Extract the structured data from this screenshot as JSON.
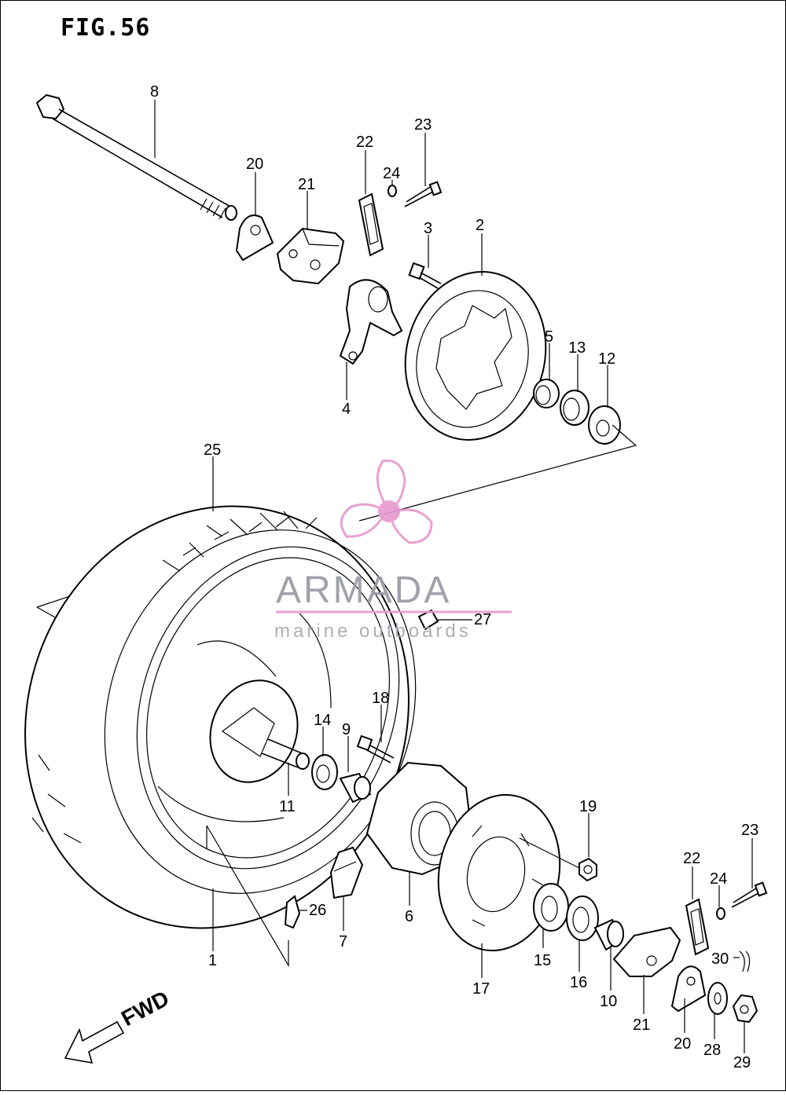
{
  "figure": {
    "title": "FIG.56",
    "direction_label": "FWD"
  },
  "watermark": {
    "brand": "ARMADA",
    "tagline": "marine outboards",
    "color": "#e79ad0"
  },
  "callouts": [
    {
      "id": "c1",
      "text": "1"
    },
    {
      "id": "c2",
      "text": "2"
    },
    {
      "id": "c3",
      "text": "3"
    },
    {
      "id": "c4",
      "text": "4"
    },
    {
      "id": "c5",
      "text": "5"
    },
    {
      "id": "c6",
      "text": "6"
    },
    {
      "id": "c7",
      "text": "7"
    },
    {
      "id": "c8",
      "text": "8"
    },
    {
      "id": "c9",
      "text": "9"
    },
    {
      "id": "c10",
      "text": "10"
    },
    {
      "id": "c11",
      "text": "11"
    },
    {
      "id": "c12",
      "text": "12"
    },
    {
      "id": "c13",
      "text": "13"
    },
    {
      "id": "c14",
      "text": "14"
    },
    {
      "id": "c15",
      "text": "15"
    },
    {
      "id": "c16",
      "text": "16"
    },
    {
      "id": "c17",
      "text": "17"
    },
    {
      "id": "c18",
      "text": "18"
    },
    {
      "id": "c19",
      "text": "19"
    },
    {
      "id": "c20a",
      "text": "20"
    },
    {
      "id": "c20b",
      "text": "20"
    },
    {
      "id": "c21a",
      "text": "21"
    },
    {
      "id": "c21b",
      "text": "21"
    },
    {
      "id": "c22a",
      "text": "22"
    },
    {
      "id": "c22b",
      "text": "22"
    },
    {
      "id": "c23a",
      "text": "23"
    },
    {
      "id": "c23b",
      "text": "23"
    },
    {
      "id": "c24a",
      "text": "24"
    },
    {
      "id": "c24b",
      "text": "24"
    },
    {
      "id": "c25",
      "text": "25"
    },
    {
      "id": "c26",
      "text": "26"
    },
    {
      "id": "c27",
      "text": "27"
    },
    {
      "id": "c28",
      "text": "28"
    },
    {
      "id": "c29",
      "text": "29"
    },
    {
      "id": "c30",
      "text": "30"
    }
  ]
}
